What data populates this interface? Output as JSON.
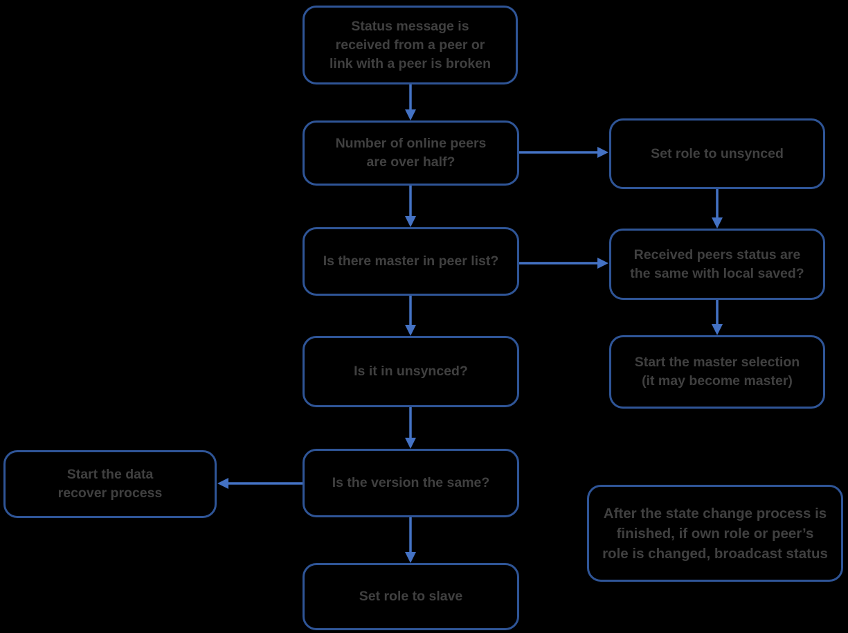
{
  "diagram_title": "Peer status / role state-change flowchart",
  "colors": {
    "background": "#000000",
    "box_border": "#2F5597",
    "arrow": "#4472C4",
    "text": "#404040"
  },
  "nodes": {
    "status_message": {
      "lines": [
        "Status message is",
        "received from a peer or",
        "link with a peer is broken"
      ]
    },
    "peers_over_half": {
      "lines": [
        "Number of online peers",
        "are over half?"
      ]
    },
    "set_role_unsynced": {
      "lines": [
        "Set role to unsynced"
      ]
    },
    "master_in_peer_list": {
      "lines": [
        "Is there master in peer list?"
      ]
    },
    "received_peers_status": {
      "lines": [
        "Received peers status are",
        "the same with local saved?"
      ]
    },
    "is_it_in_unsynced": {
      "lines": [
        "Is it in unsynced?"
      ]
    },
    "start_master_selection": {
      "lines": [
        "Start the master selection",
        "(it may become master)"
      ]
    },
    "start_data_recover": {
      "lines": [
        "Start the data",
        "recover process"
      ]
    },
    "is_version_same": {
      "lines": [
        "Is the version the same?"
      ]
    },
    "set_role_slave": {
      "lines": [
        "Set role to slave"
      ]
    },
    "broadcast_note": {
      "lines": [
        "After the state change process is",
        "finished, if own role or peer’s",
        "role is changed, broadcast status"
      ]
    }
  },
  "edges": [
    {
      "from": "status_message",
      "to": "peers_over_half",
      "direction": "down"
    },
    {
      "from": "peers_over_half",
      "to": "set_role_unsynced",
      "direction": "right"
    },
    {
      "from": "peers_over_half",
      "to": "master_in_peer_list",
      "direction": "down"
    },
    {
      "from": "set_role_unsynced",
      "to": "received_peers_status",
      "direction": "down"
    },
    {
      "from": "master_in_peer_list",
      "to": "received_peers_status",
      "direction": "right"
    },
    {
      "from": "master_in_peer_list",
      "to": "is_it_in_unsynced",
      "direction": "down"
    },
    {
      "from": "received_peers_status",
      "to": "start_master_selection",
      "direction": "down"
    },
    {
      "from": "is_it_in_unsynced",
      "to": "is_version_same",
      "direction": "down"
    },
    {
      "from": "is_version_same",
      "to": "start_data_recover",
      "direction": "left"
    },
    {
      "from": "is_version_same",
      "to": "set_role_slave",
      "direction": "down"
    }
  ]
}
